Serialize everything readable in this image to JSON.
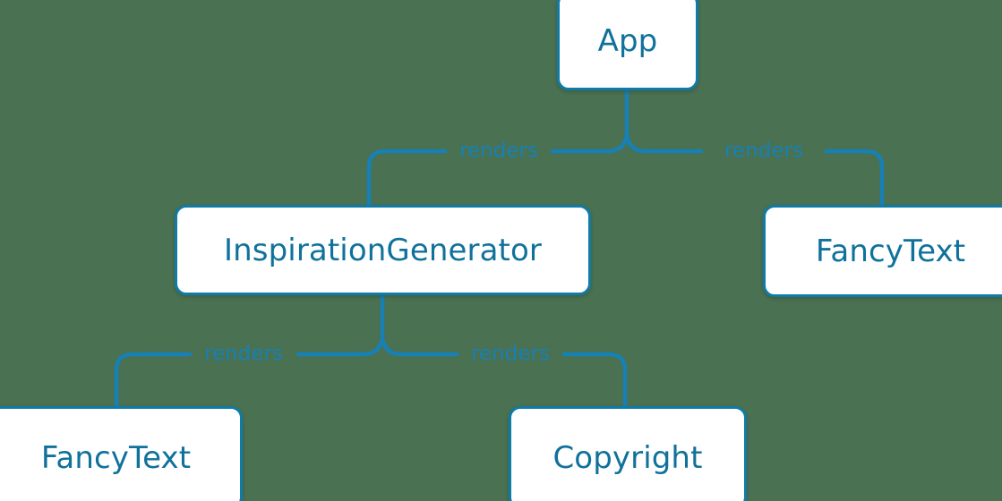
{
  "diagram": {
    "type": "component-tree",
    "background_color": "#4a7151",
    "node_fill_color": "#ffffff",
    "node_border_color": "#0e7ba8",
    "text_color": "#10719b",
    "edge_color": "#1780b5",
    "nodes": [
      {
        "id": "app",
        "label": "App"
      },
      {
        "id": "inspiration-generator",
        "label": "InspirationGenerator"
      },
      {
        "id": "fancytext-right",
        "label": "FancyText"
      },
      {
        "id": "fancytext-bottom",
        "label": "FancyText"
      },
      {
        "id": "copyright",
        "label": "Copyright"
      }
    ],
    "edges": [
      {
        "from": "app",
        "to": "inspiration-generator",
        "label": "renders"
      },
      {
        "from": "app",
        "to": "fancytext-right",
        "label": "renders"
      },
      {
        "from": "inspiration-generator",
        "to": "fancytext-bottom",
        "label": "renders"
      },
      {
        "from": "inspiration-generator",
        "to": "copyright",
        "label": "renders"
      }
    ]
  }
}
